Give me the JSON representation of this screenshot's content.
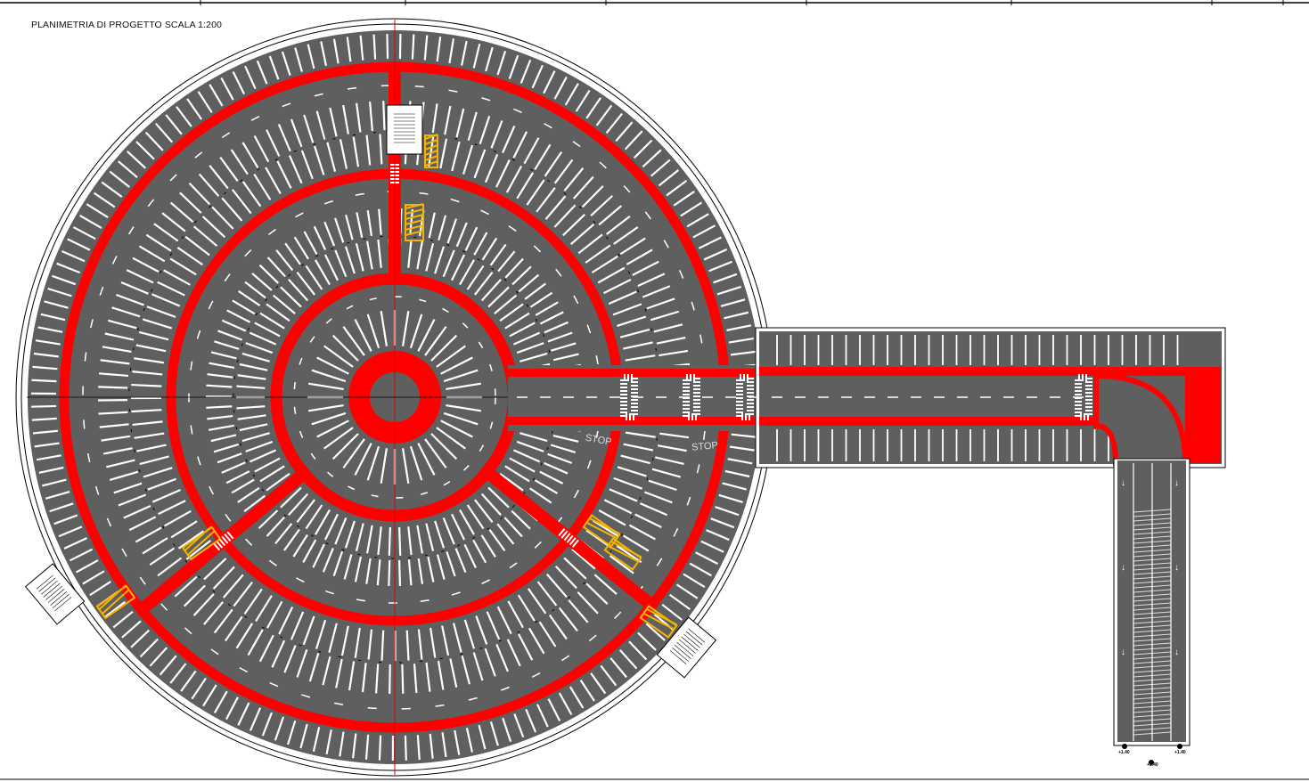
{
  "drawing": {
    "title": "PLANIMETRIA DI PROGETTO SCALA 1:200",
    "stop_labels": [
      "STOP",
      "STOP"
    ],
    "elevation_labels": [
      "+1.40",
      "+1.40",
      "+1.40"
    ]
  },
  "colors": {
    "road": "#5f5f5f",
    "lane_red": "#ff0000",
    "stall_line": "#ffffff",
    "hatch_yellow": "#f5b400",
    "outline": "#000000"
  }
}
